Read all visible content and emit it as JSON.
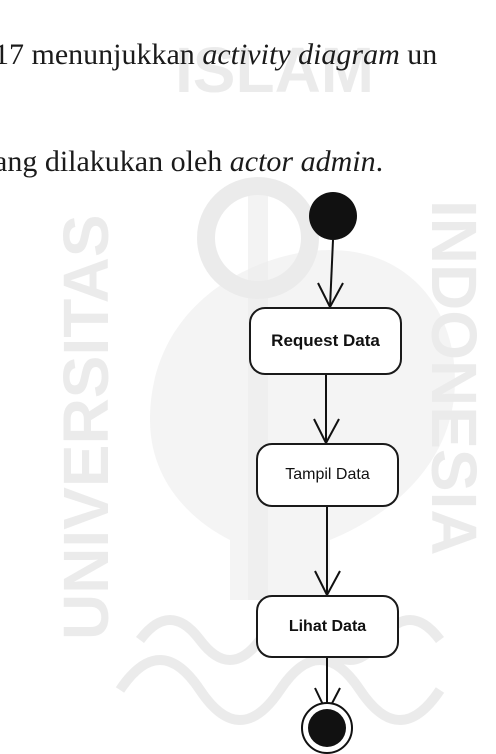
{
  "watermark": {
    "left_text": "UNIVERSITAS",
    "top_text": "ISLAM",
    "right_text": "INDONESIA"
  },
  "paragraph": {
    "line1_prefix": "17 menunjukkan ",
    "line1_italic": "activity diagram",
    "line1_suffix": " un",
    "line2_prefix": "ang dilakukan oleh ",
    "line2_italic": "actor admin",
    "line2_suffix": "."
  },
  "activity_diagram": {
    "actions": [
      "Request Data",
      "Tampil Data",
      "Lihat Data"
    ]
  },
  "colors": {
    "ink": "#111111",
    "watermark": "#7a7a7a",
    "background": "#ffffff"
  }
}
